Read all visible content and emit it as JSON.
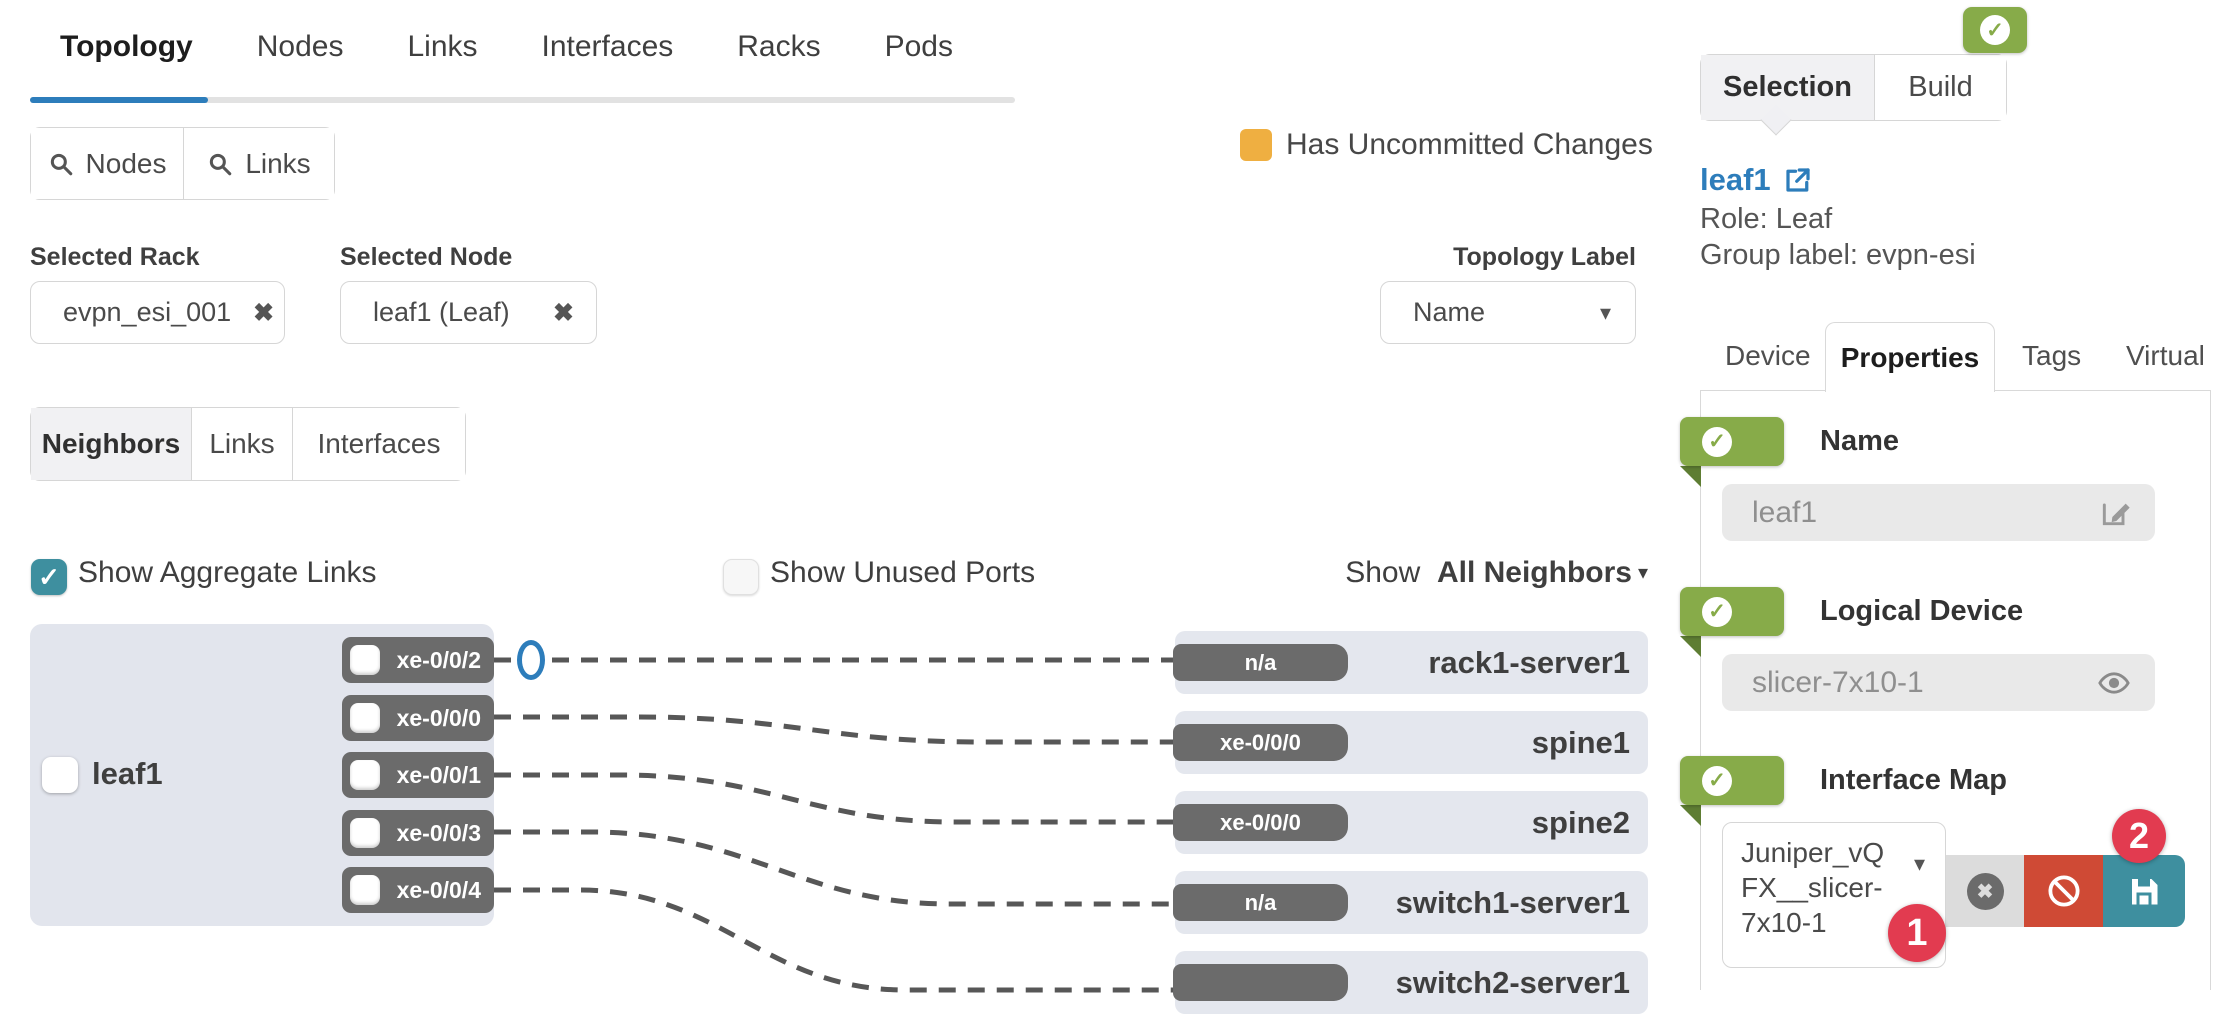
{
  "main_tabs": {
    "items": [
      {
        "label": "Topology",
        "active": true
      },
      {
        "label": "Nodes",
        "active": false
      },
      {
        "label": "Links",
        "active": false
      },
      {
        "label": "Interfaces",
        "active": false
      },
      {
        "label": "Racks",
        "active": false
      },
      {
        "label": "Pods",
        "active": false
      }
    ]
  },
  "toolbar": {
    "nodes_button": "Nodes",
    "links_button": "Links"
  },
  "legend": {
    "uncommitted_label": "Has Uncommitted Changes"
  },
  "filters": {
    "selected_rack": {
      "label": "Selected Rack",
      "value": "evpn_esi_001"
    },
    "selected_node": {
      "label": "Selected Node",
      "value": "leaf1 (Leaf)"
    },
    "topology_label": {
      "label": "Topology Label",
      "value": "Name"
    }
  },
  "view_tabs": {
    "items": [
      "Neighbors",
      "Links",
      "Interfaces"
    ],
    "active": "Neighbors"
  },
  "options": {
    "show_aggregate_links": {
      "label": "Show Aggregate Links",
      "checked": true
    },
    "show_unused_ports": {
      "label": "Show Unused Ports",
      "checked": false
    },
    "show_neighbors": {
      "prefix": "Show",
      "value": "All Neighbors"
    }
  },
  "topology": {
    "node": {
      "name": "leaf1",
      "ports": [
        "xe-0/0/2",
        "xe-0/0/0",
        "xe-0/0/1",
        "xe-0/0/3",
        "xe-0/0/4"
      ]
    },
    "neighbors": [
      {
        "port": "n/a",
        "name": "rack1-server1"
      },
      {
        "port": "xe-0/0/0",
        "name": "spine1"
      },
      {
        "port": "xe-0/0/0",
        "name": "spine2"
      },
      {
        "port": "n/a",
        "name": "switch1-server1"
      },
      {
        "port": "",
        "name": "switch2-server1"
      }
    ]
  },
  "panel": {
    "mode_tabs": {
      "selection": "Selection",
      "build": "Build",
      "active": "Selection"
    },
    "node_link": "leaf1",
    "role_line": "Role: Leaf",
    "group_line": "Group label: evpn-esi",
    "detail_tabs": [
      "Device",
      "Properties",
      "Tags",
      "Virtual"
    ],
    "active_detail_tab": "Properties",
    "sections": [
      {
        "title": "Name",
        "value": "leaf1"
      },
      {
        "title": "Logical Device",
        "value": "slicer-7x10-1"
      },
      {
        "title": "Interface Map",
        "value": "Juniper_vQFX__slicer-7x10-1"
      }
    ],
    "annotations": {
      "one": "1",
      "two": "2"
    }
  },
  "colors": {
    "accent_blue": "#2d7dbb",
    "teal": "#3e8f9f",
    "green_badge": "#87ab49",
    "orange_uncommitted": "#efaf41",
    "annotation_red": "#e23b50",
    "button_red": "#cf4a35",
    "chip_gray": "#6b6b6b"
  }
}
